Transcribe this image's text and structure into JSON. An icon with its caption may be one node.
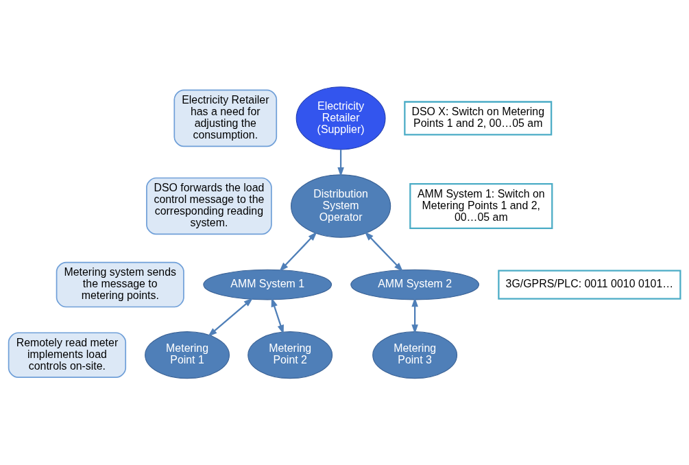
{
  "diagram": {
    "nodes": [
      {
        "text": [
          "Electricity Retailer has a need for adjusting the consumption."
        ]
      },
      {
        "text": [
          "DSO forwards the load control message to the corresponding reading system."
        ]
      },
      {
        "text": [
          "Metering system sends the message to metering points."
        ]
      },
      {
        "text": [
          "Remotely read meter implements load controls on-site."
        ]
      },
      {
        "text": [
          "Electricity Retailer (Supplier)"
        ]
      },
      {
        "text": [
          "Distribution System Operator"
        ]
      },
      {
        "text": [
          "AMM System 1"
        ]
      },
      {
        "text": [
          "AMM System 2"
        ]
      },
      {
        "text": [
          "Metering Point 1"
        ]
      },
      {
        "text": [
          "Metering Point 2"
        ]
      },
      {
        "text": [
          "Metering Point 3"
        ]
      },
      {
        "text": [
          "DSO X: Switch on Metering Points 1 and 2, 00…05 am"
        ]
      },
      {
        "text": [
          "AMM System 1: Switch on Metering Points 1 and 2, 00…05 am"
        ]
      },
      {
        "text": [
          "3G/GPRS/PLC: 0011 0010 0101…"
        ]
      }
    ],
    "edges": [
      {
        "from": 4,
        "to": 5,
        "arrow": "to"
      },
      {
        "from": 5,
        "to": 6,
        "arrow": "both"
      },
      {
        "from": 5,
        "to": 7,
        "arrow": "both"
      },
      {
        "from": 6,
        "to": 8,
        "arrow": "both"
      },
      {
        "from": 6,
        "to": 9,
        "arrow": "both"
      },
      {
        "from": 7,
        "to": 10,
        "arrow": "both"
      }
    ]
  }
}
